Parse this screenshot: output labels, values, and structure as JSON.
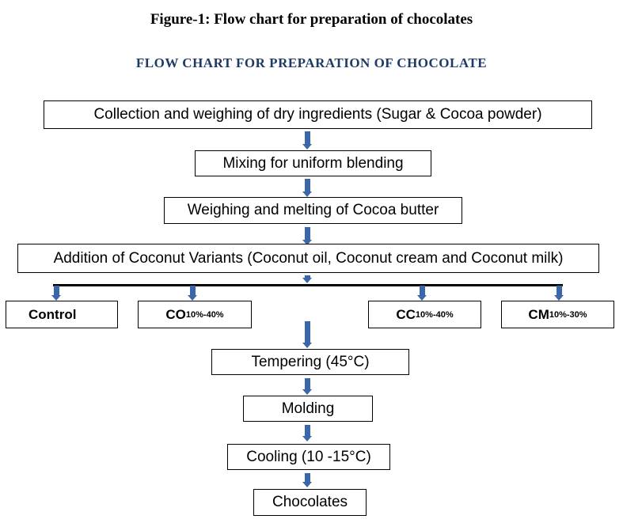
{
  "figure_title": "Figure-1:  Flow chart for preparation  of chocolates",
  "chart_title": "Flow Chart for Preparation of Chocolate",
  "steps": {
    "collection": "Collection and weighing of dry ingredients (Sugar & Cocoa powder)",
    "mixing": "Mixing for uniform blending",
    "melting": "Weighing and melting of Cocoa butter",
    "addition": "Addition of Coconut Variants (Coconut oil, Coconut cream and Coconut milk)",
    "tempering": "Tempering (45°C)",
    "molding": "Molding",
    "cooling": "Cooling (10 -15°C)",
    "chocolates": "Chocolates"
  },
  "variants": {
    "control": "Control",
    "co": {
      "name": "CO",
      "range": "10%-40%"
    },
    "cc": {
      "name": "CC",
      "range": "10%-40%"
    },
    "cm": {
      "name": "CM",
      "range": "10%-30%"
    }
  },
  "colors": {
    "arrow": "#3b67a8",
    "chart_title": "#1f3a66"
  }
}
